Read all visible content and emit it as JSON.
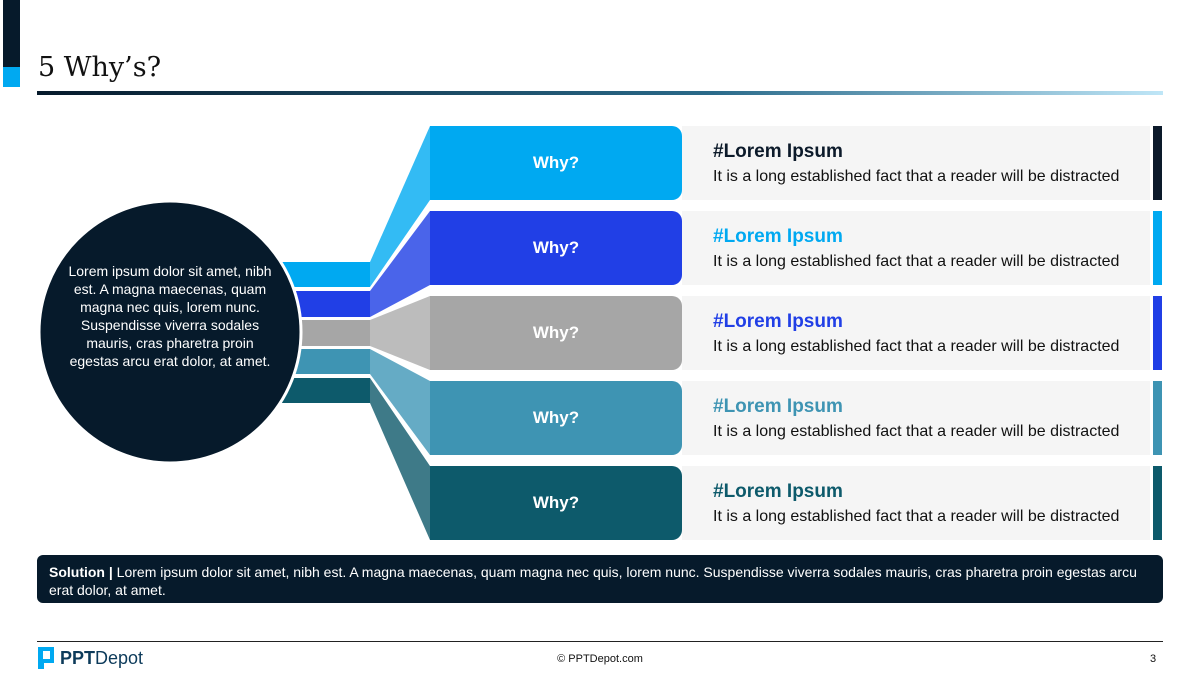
{
  "title": "5 Why’s?",
  "center_text": "Lorem ipsum dolor sit amet, nibh est. A magna maecenas, quam magna nec quis, lorem nunc. Suspendisse viverra sodales mauris, cras pharetra proin egestas arcu erat dolor, at amet.",
  "rows": [
    {
      "label": "Why?",
      "heading": "#Lorem Ipsum",
      "text": "It is a long established fact that a reader will be distracted",
      "color": "#00a9f1",
      "heading_color": "#0c1a2a",
      "bar_color": "#0c1a2a"
    },
    {
      "label": "Why?",
      "heading": "#Lorem Ipsum",
      "text": "It is a long established fact that a reader will be distracted",
      "color": "#213fe6",
      "heading_color": "#00a9f1",
      "bar_color": "#00a9f1"
    },
    {
      "label": "Why?",
      "heading": "#Lorem Ipsum",
      "text": "It is a long established fact that a reader will be distracted",
      "color": "#a6a6a6",
      "heading_color": "#213fe6",
      "bar_color": "#213fe6"
    },
    {
      "label": "Why?",
      "heading": "#Lorem Ipsum",
      "text": "It is a long established fact that a reader will be distracted",
      "color": "#3e94b3",
      "heading_color": "#3e94b3",
      "bar_color": "#3e94b3"
    },
    {
      "label": "Why?",
      "heading": "#Lorem Ipsum",
      "text": "It is a long established fact that a reader will be distracted",
      "color": "#0d5a6b",
      "heading_color": "#0d5a6b",
      "bar_color": "#0d5a6b"
    }
  ],
  "solution": {
    "label": "Solution |",
    "text": " Lorem ipsum dolor sit amet, nibh est. A magna maecenas, quam magna nec quis, lorem nunc. Suspendisse viverra sodales mauris, cras pharetra proin egestas arcu erat dolor, at amet."
  },
  "footer": {
    "logo": "PPTDepot",
    "copyright": "© PPTDepot.com",
    "page": "3"
  }
}
